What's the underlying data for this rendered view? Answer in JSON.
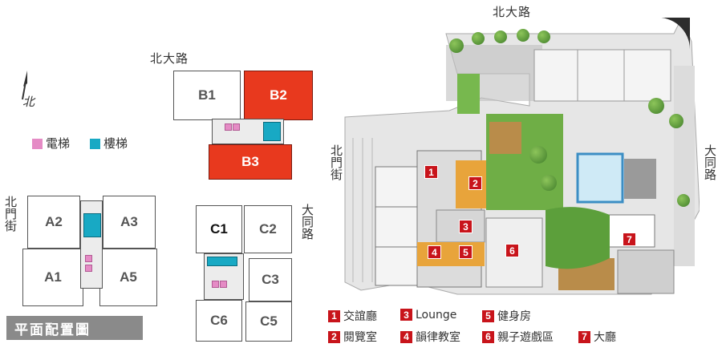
{
  "compass": {
    "symbol": "北"
  },
  "legend": {
    "elevator": "電梯",
    "stairs": "樓梯"
  },
  "colors": {
    "unit_highlight": "#e8391e",
    "elevator": "#e58bc5",
    "stairs": "#18a9c4",
    "marker": "#c8141b",
    "title_bar": "#8a8a8a"
  },
  "blockA": {
    "street": "北門街",
    "units": [
      "A2",
      "A3",
      "A1",
      "A5"
    ]
  },
  "blockB": {
    "street": "北大路",
    "units": [
      "B1",
      "B2",
      "B3"
    ],
    "highlighted": [
      "B2",
      "B3"
    ]
  },
  "blockC": {
    "street": "大同路",
    "units": [
      "C1",
      "C2",
      "C3",
      "C6",
      "C5"
    ]
  },
  "site_plan": {
    "north_road": "北大路",
    "west_road": "北門街",
    "east_road": "大同路",
    "markers": [
      "1",
      "2",
      "3",
      "4",
      "5",
      "6",
      "7"
    ]
  },
  "facilities": [
    {
      "num": "1",
      "name": "交誼廳"
    },
    {
      "num": "3",
      "name": "Lounge"
    },
    {
      "num": "5",
      "name": "健身房"
    },
    {
      "num": "2",
      "name": "閱覽室"
    },
    {
      "num": "4",
      "name": "韻律教室"
    },
    {
      "num": "6",
      "name": "親子遊戲區"
    },
    {
      "num": "7",
      "name": "大廳"
    }
  ],
  "title": "平面配置圖"
}
